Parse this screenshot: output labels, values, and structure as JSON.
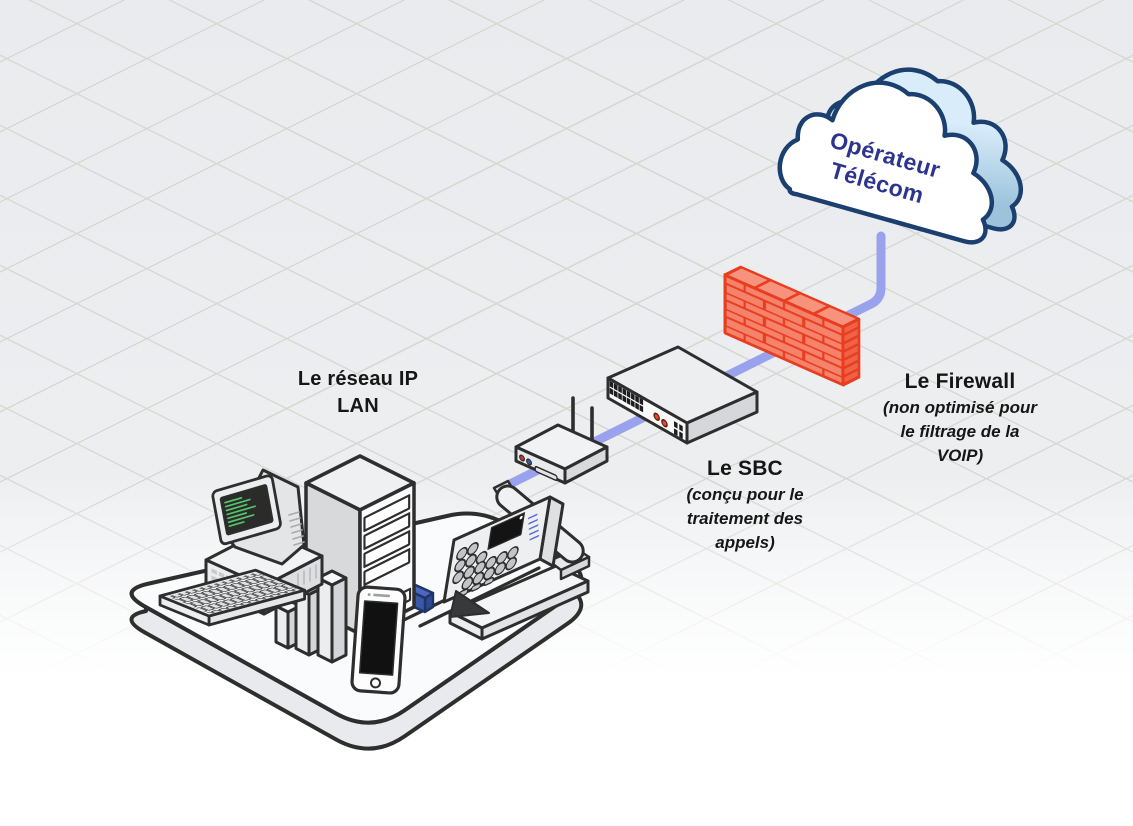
{
  "cloud_label": {
    "line1": "Opérateur",
    "line2": "Télécom"
  },
  "lan_label": {
    "line1": "Le réseau IP",
    "line2": "LAN"
  },
  "sbc_label": {
    "title": "Le SBC",
    "subtitle": [
      "(conçu pour le",
      "traitement des",
      "appels)"
    ]
  },
  "firewall_label": {
    "title": "Le Firewall",
    "subtitle": [
      "(non optimisé pour",
      "le filtrage de la",
      "VOIP)"
    ]
  },
  "colors": {
    "cable": "#99A2EC",
    "brick_fill": "#F5826B",
    "brick_stroke": "#E93D20",
    "brick_side": "#EF6248",
    "brick_top": "#F7937C",
    "cloud_stroke": "#1B3F6E",
    "cloud_text": "#2B3590",
    "cloud_side_light": "#D8ECFA",
    "cloud_side_dark": "#9CC3DB",
    "outline": "#2E2E2E",
    "terminal_green": "#55C46E",
    "connector_blue": "#3A57A8",
    "label_text": "#161616",
    "grid_line": "#D8D7D2",
    "background_top": "#E9EBEE"
  }
}
